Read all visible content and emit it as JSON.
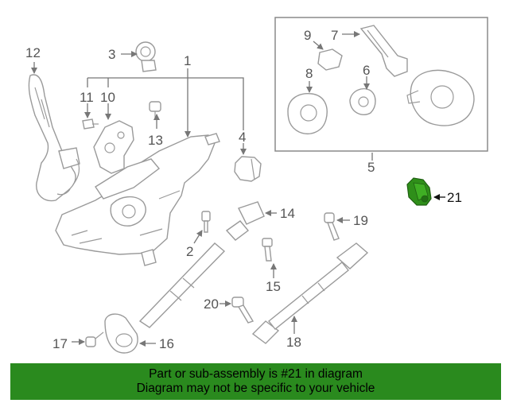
{
  "diagram": {
    "callouts": [
      "1",
      "2",
      "3",
      "4",
      "5",
      "6",
      "7",
      "8",
      "9",
      "10",
      "11",
      "12",
      "13",
      "14",
      "15",
      "16",
      "17",
      "18",
      "19",
      "20",
      "21"
    ],
    "highlight_part": "21",
    "highlight_color": "#2f8f1a"
  },
  "footer": {
    "line1": "Part or sub-assembly is #21 in diagram",
    "line2": "Diagram may not be specific to your vehicle",
    "background": "#2a8a1e"
  }
}
